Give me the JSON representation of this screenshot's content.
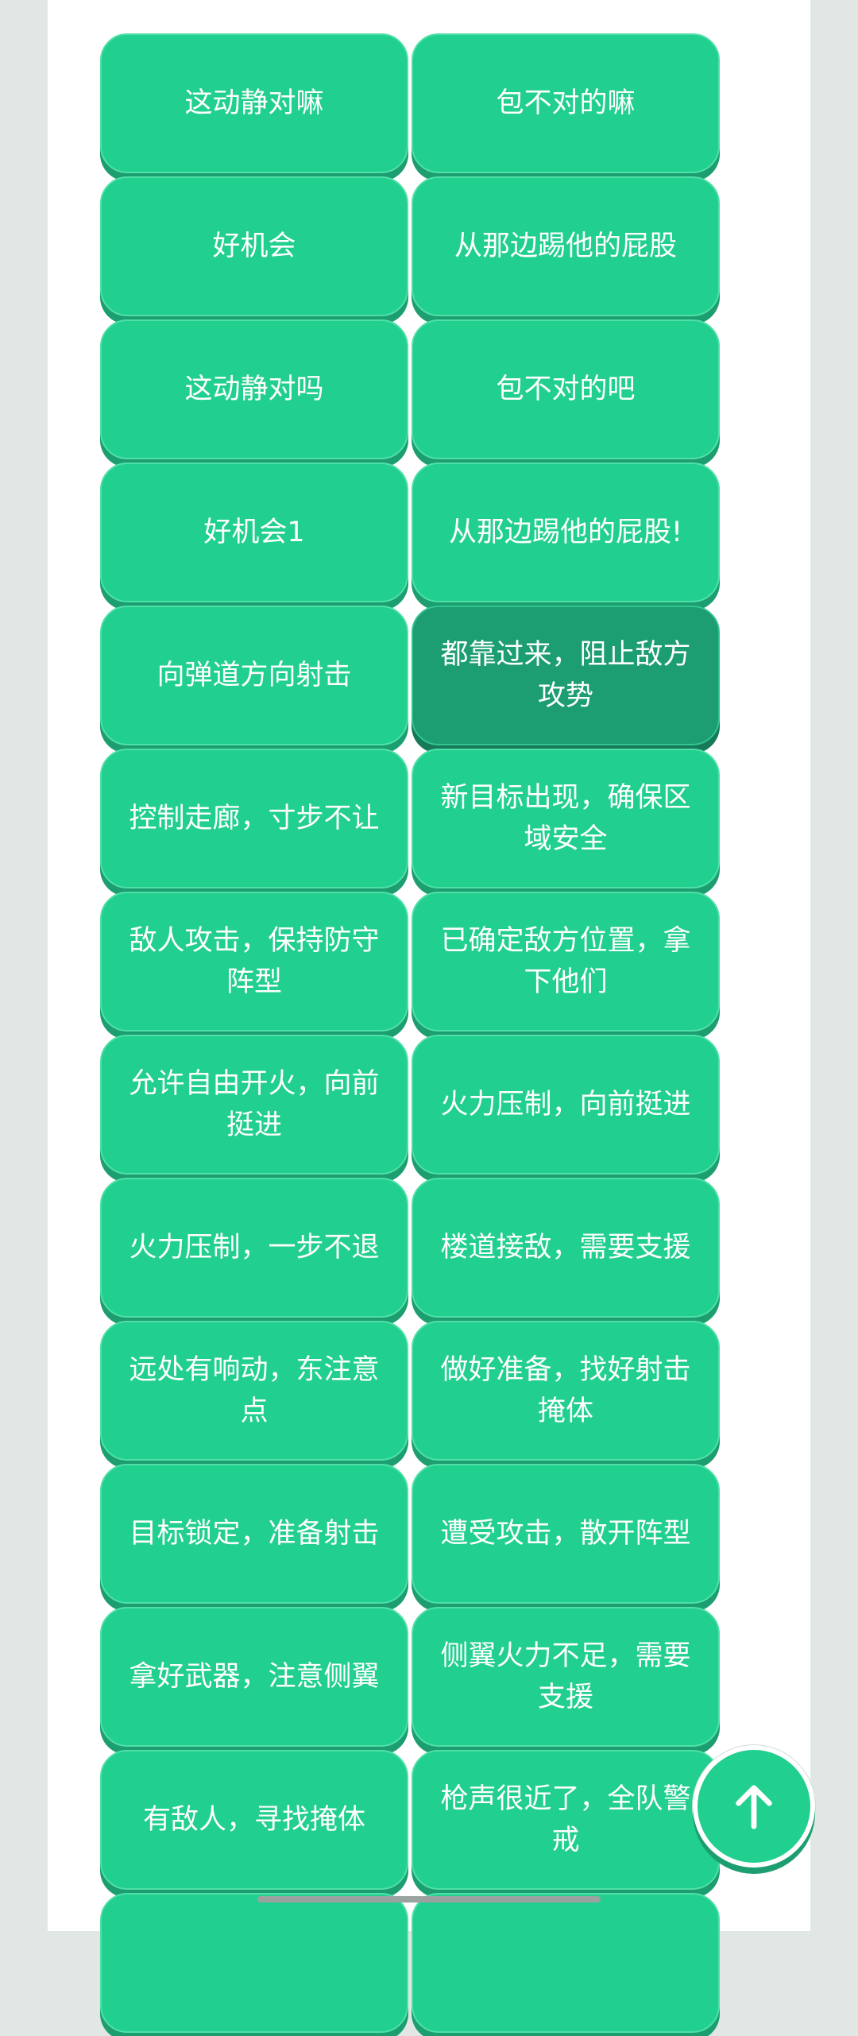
{
  "phrases": [
    "这动静对嘛",
    "包不对的嘛",
    "好机会",
    "从那边踢他的屁股",
    "这动静对吗",
    "包不对的吧",
    "好机会1",
    "从那边踢他的屁股!",
    "向弹道方向射击",
    "都靠过来，阻止敌方攻势",
    "控制走廊，寸步不让",
    "新目标出现，确保区域安全",
    "敌人攻击，保持防守阵型",
    "已确定敌方位置，拿下他们",
    "允许自由开火，向前挺进",
    "火力压制，向前挺进",
    "火力压制，一步不退",
    "楼道接敌，需要支援",
    "远处有响动，东注意点",
    "做好准备，找好射击掩体",
    "目标锁定，准备射击",
    "遭受攻击，散开阵型",
    "拿好武器，注意侧翼",
    "侧翼火力不足，需要支援",
    "有敌人，寻找掩体",
    "枪声很近了，全队警戒",
    "",
    ""
  ],
  "selected_index": 9,
  "scroll_top_icon": "arrow-up-icon",
  "colors": {
    "button": "#21cf8e",
    "button_selected": "#1c9d72",
    "background": "#e1e7e4"
  }
}
